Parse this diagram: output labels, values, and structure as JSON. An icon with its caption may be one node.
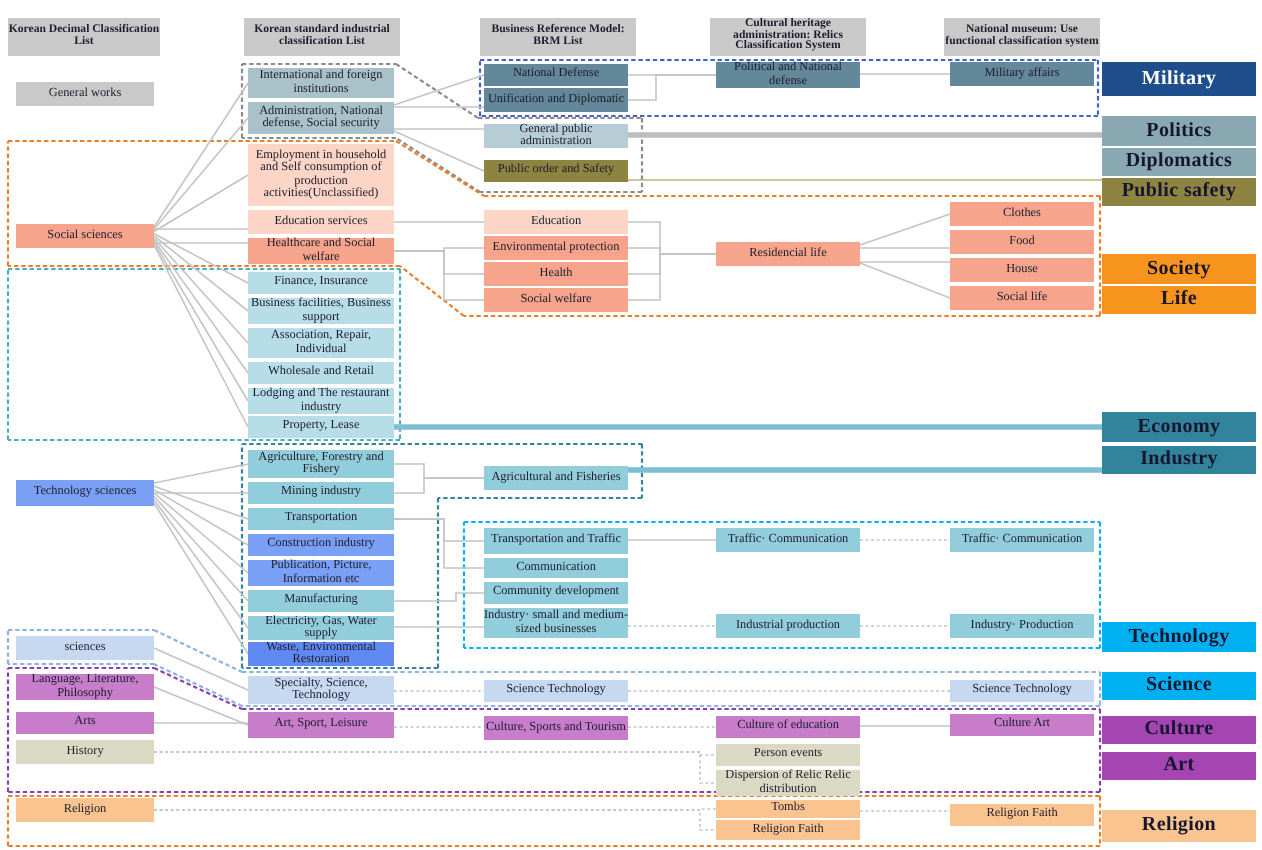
{
  "diagram": {
    "nodes": [
      {
        "text": [
          "Korean Decimal Classification List"
        ]
      },
      {
        "text": [
          "Korean standard industrial classification List"
        ]
      },
      {
        "text": [
          "Business Reference Model: BRM List"
        ]
      },
      {
        "text": [
          "Cultural heritage administration: Relics Classification System"
        ]
      },
      {
        "text": [
          "National museum: Use functional classification system"
        ]
      },
      {
        "text": [
          "General works"
        ]
      },
      {
        "text": [
          "Social sciences"
        ]
      },
      {
        "text": [
          "Technology sciences"
        ]
      },
      {
        "text": [
          "sciences"
        ]
      },
      {
        "text": [
          "Language, Literature, Philosophy"
        ]
      },
      {
        "text": [
          "Arts"
        ]
      },
      {
        "text": [
          "History"
        ]
      },
      {
        "text": [
          "Religion"
        ]
      },
      {
        "text": [
          "International and foreign institutions"
        ]
      },
      {
        "text": [
          "Administration, National defense, Social security"
        ]
      },
      {
        "text": [
          "Employment in household and Self consumption of production activities(Unclassified)"
        ]
      },
      {
        "text": [
          "Education services"
        ]
      },
      {
        "text": [
          "Healthcare and Social welfare"
        ]
      },
      {
        "text": [
          "Finance, Insurance"
        ]
      },
      {
        "text": [
          "Business facilities, Business support"
        ]
      },
      {
        "text": [
          "Association, Repair, Individual"
        ]
      },
      {
        "text": [
          "Wholesale and Retail"
        ]
      },
      {
        "text": [
          "Lodging and The restaurant industry"
        ]
      },
      {
        "text": [
          "Property, Lease"
        ]
      },
      {
        "text": [
          "Agriculture, Forestry and Fishery"
        ]
      },
      {
        "text": [
          "Mining industry"
        ]
      },
      {
        "text": [
          "Transportation"
        ]
      },
      {
        "text": [
          "Construction industry"
        ]
      },
      {
        "text": [
          "Publication, Picture, Information etc"
        ]
      },
      {
        "text": [
          "Manufacturing"
        ]
      },
      {
        "text": [
          "Electricity, Gas, Water supply"
        ]
      },
      {
        "text": [
          "Waste, Environmental Restoration"
        ]
      },
      {
        "text": [
          "Specialty, Science, Technology"
        ]
      },
      {
        "text": [
          "Art, Sport, Leisure"
        ]
      },
      {
        "text": [
          "National Defense"
        ]
      },
      {
        "text": [
          "Unification and Diplomatic"
        ]
      },
      {
        "text": [
          "General public administration"
        ]
      },
      {
        "text": [
          "Public order and Safety"
        ]
      },
      {
        "text": [
          "Education"
        ]
      },
      {
        "text": [
          "Environmental protection"
        ]
      },
      {
        "text": [
          "Health"
        ]
      },
      {
        "text": [
          "Social welfare"
        ]
      },
      {
        "text": [
          "Agricultural and Fisheries"
        ]
      },
      {
        "text": [
          "Transportation and Traffic"
        ]
      },
      {
        "text": [
          "Communication"
        ]
      },
      {
        "text": [
          "Community development"
        ]
      },
      {
        "text": [
          "Industry· small and medium-sized businesses"
        ]
      },
      {
        "text": [
          "Science Technology"
        ]
      },
      {
        "text": [
          "Culture, Sports and Tourism"
        ]
      },
      {
        "text": [
          "Political and National defense"
        ]
      },
      {
        "text": [
          "Residencial life"
        ]
      },
      {
        "text": [
          "Traffic· Communication"
        ]
      },
      {
        "text": [
          "Industrial production"
        ]
      },
      {
        "text": [
          "Culture of education"
        ]
      },
      {
        "text": [
          "Person events"
        ]
      },
      {
        "text": [
          "Dispersion of Relic Relic distribution"
        ]
      },
      {
        "text": [
          "Tombs"
        ]
      },
      {
        "text": [
          "Religion Faith"
        ]
      },
      {
        "text": [
          "Military affairs"
        ]
      },
      {
        "text": [
          "Clothes"
        ]
      },
      {
        "text": [
          "Food"
        ]
      },
      {
        "text": [
          "House"
        ]
      },
      {
        "text": [
          "Social life"
        ]
      },
      {
        "text": [
          "Traffic· Communication"
        ]
      },
      {
        "text": [
          "Industry· Production"
        ]
      },
      {
        "text": [
          "Science Technology"
        ]
      },
      {
        "text": [
          "Culture Art"
        ]
      },
      {
        "text": [
          "Religion Faith"
        ]
      },
      {
        "text": [
          "Military"
        ]
      },
      {
        "text": [
          "Politics"
        ]
      },
      {
        "text": [
          "Diplomatics"
        ]
      },
      {
        "text": [
          "Public safety"
        ]
      },
      {
        "text": [
          "Society"
        ]
      },
      {
        "text": [
          "Life"
        ]
      },
      {
        "text": [
          "Economy"
        ]
      },
      {
        "text": [
          "Industry"
        ]
      },
      {
        "text": [
          "Technology"
        ]
      },
      {
        "text": [
          "Science"
        ]
      },
      {
        "text": [
          "Culture"
        ]
      },
      {
        "text": [
          "Art"
        ]
      },
      {
        "text": [
          "Religion"
        ]
      }
    ],
    "edges": [
      {
        "from": 6,
        "to": 13,
        "arrow": "none"
      },
      {
        "from": 6,
        "to": 14,
        "arrow": "none"
      },
      {
        "from": 6,
        "to": 15,
        "arrow": "none"
      },
      {
        "from": 6,
        "to": 16,
        "arrow": "none"
      },
      {
        "from": 6,
        "to": 17,
        "arrow": "none"
      },
      {
        "from": 6,
        "to": 18,
        "arrow": "none"
      },
      {
        "from": 6,
        "to": 19,
        "arrow": "none"
      },
      {
        "from": 6,
        "to": 20,
        "arrow": "none"
      },
      {
        "from": 6,
        "to": 21,
        "arrow": "none"
      },
      {
        "from": 6,
        "to": 22,
        "arrow": "none"
      },
      {
        "from": 6,
        "to": 23,
        "arrow": "none"
      },
      {
        "from": 7,
        "to": 24,
        "arrow": "none"
      },
      {
        "from": 7,
        "to": 25,
        "arrow": "none"
      },
      {
        "from": 7,
        "to": 26,
        "arrow": "none"
      },
      {
        "from": 7,
        "to": 27,
        "arrow": "none"
      },
      {
        "from": 7,
        "to": 28,
        "arrow": "none"
      },
      {
        "from": 7,
        "to": 29,
        "arrow": "none"
      },
      {
        "from": 7,
        "to": 30,
        "arrow": "none"
      },
      {
        "from": 7,
        "to": 31,
        "arrow": "none"
      },
      {
        "from": 8,
        "to": 32,
        "arrow": "none"
      },
      {
        "from": 9,
        "to": 33,
        "arrow": "none"
      },
      {
        "from": 10,
        "to": 33,
        "arrow": "none"
      },
      {
        "from": 11,
        "to": 54,
        "arrow": "none",
        "style": "dashed"
      },
      {
        "from": 11,
        "to": 55,
        "arrow": "none",
        "style": "dashed"
      },
      {
        "from": 12,
        "to": 56,
        "arrow": "none",
        "style": "dashed"
      },
      {
        "from": 12,
        "to": 57,
        "arrow": "none",
        "style": "dashed"
      },
      {
        "from": 14,
        "to": 34,
        "arrow": "none"
      },
      {
        "from": 14,
        "to": 35,
        "arrow": "none"
      },
      {
        "from": 14,
        "to": 36,
        "arrow": "none"
      },
      {
        "from": 14,
        "to": 37,
        "arrow": "none"
      },
      {
        "from": 16,
        "to": 38,
        "arrow": "none"
      },
      {
        "from": 17,
        "to": 39,
        "arrow": "none"
      },
      {
        "from": 17,
        "to": 40,
        "arrow": "none"
      },
      {
        "from": 17,
        "to": 41,
        "arrow": "none"
      },
      {
        "from": 24,
        "to": 42,
        "arrow": "none"
      },
      {
        "from": 25,
        "to": 42,
        "arrow": "none"
      },
      {
        "from": 26,
        "to": 43,
        "arrow": "none"
      },
      {
        "from": 26,
        "to": 44,
        "arrow": "none"
      },
      {
        "from": 29,
        "to": 45,
        "arrow": "none"
      },
      {
        "from": 30,
        "to": 46,
        "arrow": "none"
      },
      {
        "from": 32,
        "to": 47,
        "arrow": "none",
        "style": "dashed"
      },
      {
        "from": 33,
        "to": 48,
        "arrow": "none",
        "style": "dashed"
      },
      {
        "from": 34,
        "to": 49,
        "arrow": "none"
      },
      {
        "from": 35,
        "to": 49,
        "arrow": "none"
      },
      {
        "from": 38,
        "to": 50,
        "arrow": "none"
      },
      {
        "from": 39,
        "to": 50,
        "arrow": "none"
      },
      {
        "from": 40,
        "to": 50,
        "arrow": "none"
      },
      {
        "from": 41,
        "to": 50,
        "arrow": "none"
      },
      {
        "from": 43,
        "to": 51,
        "arrow": "none"
      },
      {
        "from": 46,
        "to": 52,
        "arrow": "none",
        "style": "dashed"
      },
      {
        "from": 47,
        "to": 65,
        "arrow": "none",
        "style": "dashed"
      },
      {
        "from": 48,
        "to": 53,
        "arrow": "none",
        "style": "dashed"
      },
      {
        "from": 49,
        "to": 58,
        "arrow": "none"
      },
      {
        "from": 50,
        "to": 59,
        "arrow": "none"
      },
      {
        "from": 50,
        "to": 60,
        "arrow": "none"
      },
      {
        "from": 50,
        "to": 61,
        "arrow": "none"
      },
      {
        "from": 50,
        "to": 62,
        "arrow": "none"
      },
      {
        "from": 51,
        "to": 63,
        "arrow": "none",
        "style": "dashed"
      },
      {
        "from": 52,
        "to": 64,
        "arrow": "none",
        "style": "dashed"
      },
      {
        "from": 53,
        "to": 66,
        "arrow": "none"
      },
      {
        "from": 56,
        "to": 67,
        "arrow": "none",
        "style": "dashed"
      },
      {
        "from": 36,
        "to": 69,
        "arrow": "none",
        "style": "thick",
        "color": "#bdbdbd"
      },
      {
        "from": 37,
        "to": 71,
        "arrow": "none",
        "color": "#b8b47a"
      },
      {
        "from": 23,
        "to": 74,
        "arrow": "none",
        "style": "thick",
        "color": "#7cbfd3"
      },
      {
        "from": 42,
        "to": 75,
        "arrow": "none",
        "style": "thick",
        "color": "#7cbfd3"
      }
    ]
  }
}
